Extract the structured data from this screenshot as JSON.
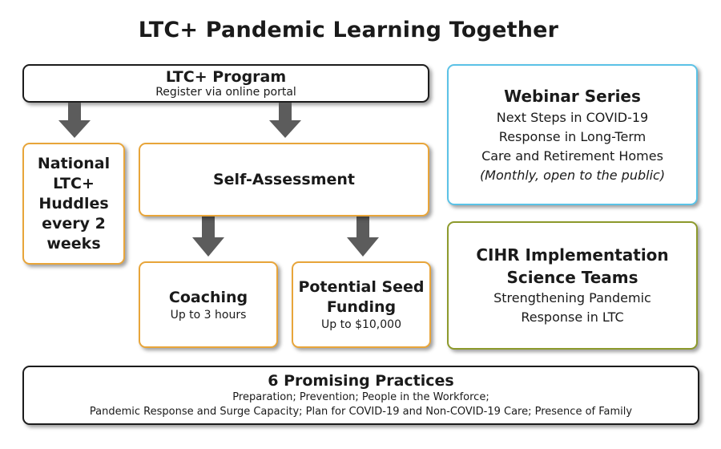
{
  "title": "LTC+ Pandemic Learning Together",
  "program": {
    "title": "LTC+ Program",
    "subtitle": "Register via online portal"
  },
  "huddles": {
    "line1": "National",
    "line2": "LTC+",
    "line3": "Huddles",
    "line4": "every 2",
    "line5": "weeks"
  },
  "self_assessment": {
    "title": "Self-Assessment"
  },
  "coaching": {
    "title": "Coaching",
    "subtitle": "Up to 3 hours"
  },
  "seed": {
    "title_line1": "Potential Seed",
    "title_line2": "Funding",
    "subtitle": "Up to $10,000"
  },
  "webinar": {
    "title": "Webinar Series",
    "line1": "Next Steps in COVID-19",
    "line2": "Response in Long-Term",
    "line3": "Care and Retirement Homes",
    "line4": "(Monthly, open to the public)"
  },
  "cihr": {
    "title_line1": "CIHR Implementation",
    "title_line2": "Science Teams",
    "line1": "Strengthening Pandemic",
    "line2": "Response in LTC"
  },
  "practices": {
    "title": "6 Promising Practices",
    "line1": "Preparation; Prevention; People in the Workforce;",
    "line2": "Pandemic Response and Surge Capacity; Plan for COVID-19 and Non-COVID-19 Care; Presence of Family"
  },
  "colors": {
    "arrow": "#5c5c5c",
    "orange": "#e8a53a",
    "blue": "#5bc2e6",
    "olive": "#8d9a2c",
    "dark": "#1c1c1c"
  }
}
